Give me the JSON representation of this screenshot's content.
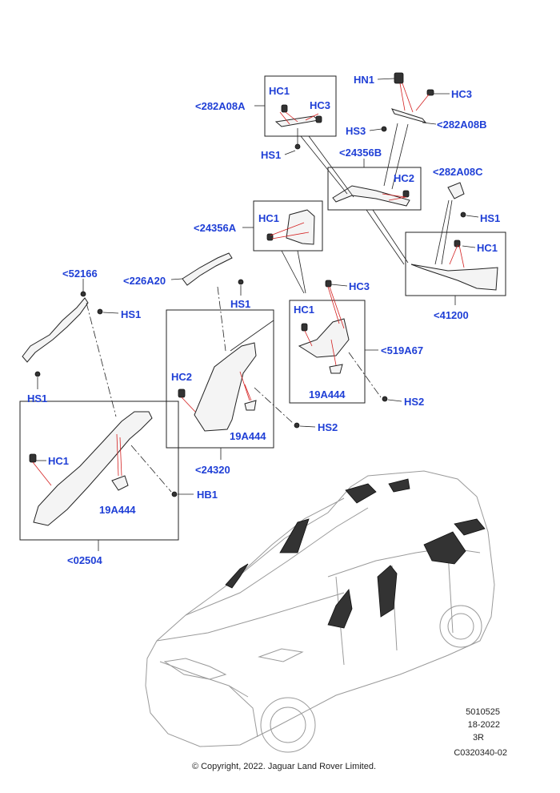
{
  "labels": {
    "l_hn1": "HN1",
    "l_hc3_top": "HC3",
    "l_hs3": "HS3",
    "l_282a08b": "<282A08B",
    "l_hc1_box1": "HC1",
    "l_hc3_box1": "HC3",
    "l_282a08a": "<282A08A",
    "l_hs1_box1": "HS1",
    "l_24356b": "<24356B",
    "l_hc2_24356b": "HC2",
    "l_282a08c": "<282A08C",
    "l_hs1_282a08c": "HS1",
    "l_hc1_24356a": "HC1",
    "l_24356a": "<24356A",
    "l_hc1_41200": "HC1",
    "l_41200": "<41200",
    "l_52166": "<52166",
    "l_226a20": "<226A20",
    "l_hs1_52166": "HS1",
    "l_hs1_226a20": "HS1",
    "l_hs1_left": "HS1",
    "l_hc3_519": "HC3",
    "l_hc1_519": "HC1",
    "l_519a67": "<519A67",
    "l_19a444_519": "19A444",
    "l_hs2_right": "HS2",
    "l_hc2_24320": "HC2",
    "l_19a444_24320": "19A444",
    "l_hs2_mid": "HS2",
    "l_24320": "<24320",
    "l_hc1_02504": "HC1",
    "l_hb1": "HB1",
    "l_19a444_02504": "19A444",
    "l_02504": "<02504"
  },
  "reference": {
    "line1": "5010525",
    "line2": "18-2022",
    "line3": "3R",
    "line4": "C0320340-02"
  },
  "copyright": "© Copyright, 2022. Jaguar Land Rover Limited."
}
